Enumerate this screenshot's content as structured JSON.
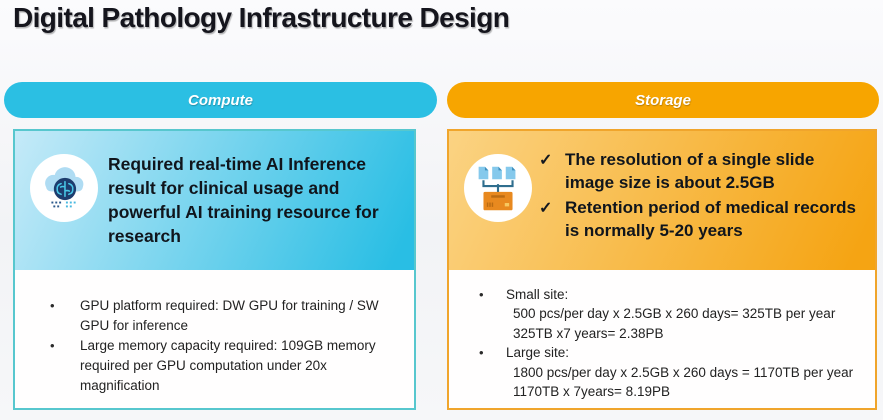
{
  "slide": {
    "title": "Digital Pathology Infrastructure Design"
  },
  "glyphs": {
    "bullet": "•",
    "check": "✓"
  },
  "colors": {
    "title-color": "#15151D",
    "compute-accent": "#2BBFE3",
    "compute-grad-start": "#C5EAF8",
    "compute-grad-end": "#29BEE4",
    "compute-border": "#57C7CE",
    "storage-accent": "#F7A500",
    "storage-grad-start": "#FBD383",
    "storage-grad-end": "#F5A413",
    "storage-border": "#F0A52C"
  },
  "compute": {
    "header_label": "Compute",
    "icon": "ai-cloud-icon",
    "headline": "Required real-time AI Inference result for clinical usage and powerful AI training resource for research",
    "bullets": [
      "GPU platform required: DW GPU for training / SW GPU for inference",
      "Large memory capacity required: 109GB memory required per GPU computation under 20x magnification"
    ]
  },
  "storage": {
    "header_label": "Storage",
    "icon": "data-archive-icon",
    "checklist": [
      "The resolution of a single slide image size is about 2.5GB",
      "Retention period of medical records is normally 5-20 years"
    ],
    "bullets": [
      {
        "label": "Small site:",
        "lines": [
          "500 pcs/per day x 2.5GB x 260 days= 325TB per year",
          "325TB x7 years= 2.38PB"
        ]
      },
      {
        "label": "Large site:",
        "lines": [
          "1800 pcs/per day x 2.5GB x 260 days = 1170TB per year",
          "1170TB x 7years= 8.19PB"
        ]
      }
    ]
  }
}
